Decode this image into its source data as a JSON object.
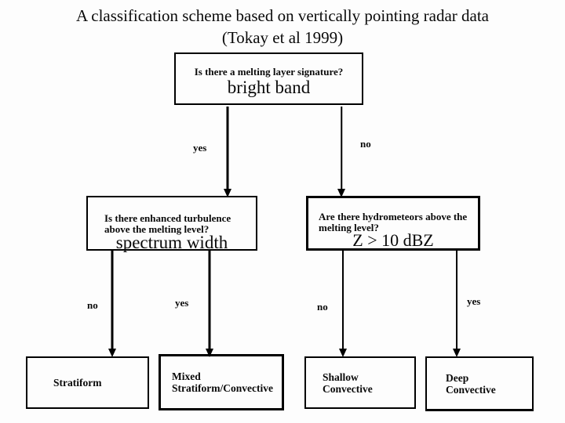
{
  "title": {
    "line1": "A classification scheme based on vertically pointing radar data",
    "line2": "(Tokay et al 1999)"
  },
  "nodes": {
    "root": {
      "question_lines": [
        "Is there a melting layer signature?"
      ],
      "measure": "bright band"
    },
    "turbulence": {
      "question_lines": [
        "Is there enhanced turbulence",
        "above the melting level?"
      ],
      "measure": "spectrum width"
    },
    "hydrometeors": {
      "question_lines": [
        "Are there hydrometeors above the",
        "melting level?"
      ],
      "measure": "Z > 10 dBZ"
    },
    "stratiform": {
      "label_lines": [
        "Stratiform"
      ]
    },
    "mixed": {
      "label_lines": [
        "Mixed",
        "Stratiform/Convective"
      ]
    },
    "shallow": {
      "label_lines": [
        "Shallow",
        "Convective"
      ]
    },
    "deep": {
      "label_lines": [
        "Deep",
        "Convective"
      ]
    }
  },
  "edges": {
    "root_yes": "yes",
    "root_no": "no",
    "turbulence_no": "no",
    "turbulence_yes": "yes",
    "hydrometeors_no": "no",
    "hydrometeors_yes": "yes"
  },
  "colors": {
    "ink": "#000000",
    "background": "#fdfdfd"
  }
}
